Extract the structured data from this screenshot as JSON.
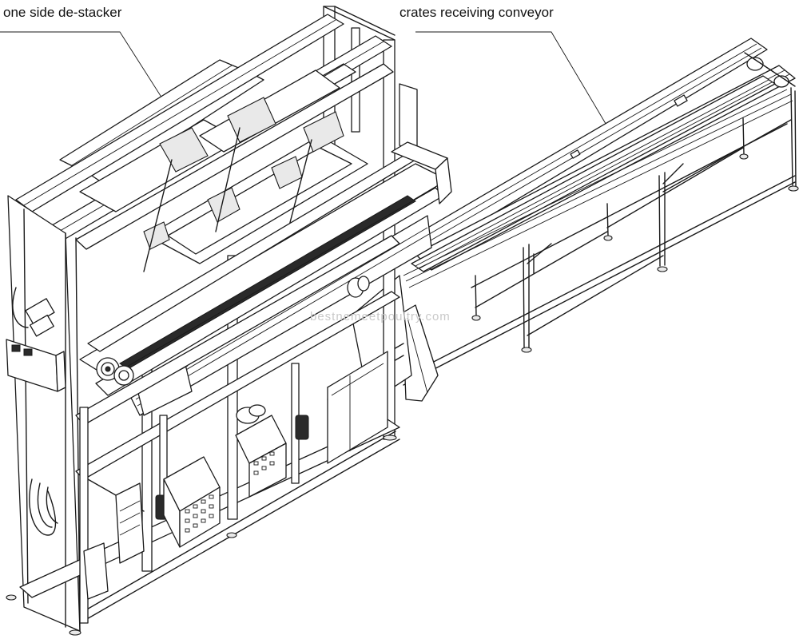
{
  "labels": {
    "destacker": "one side de-stacker",
    "conveyor": "crates receiving conveyor"
  },
  "watermark": "bestnemeetpoultry.com",
  "colors": {
    "line": "#1a1a1a",
    "background": "#ffffff",
    "watermark": "#c9c9c9"
  }
}
